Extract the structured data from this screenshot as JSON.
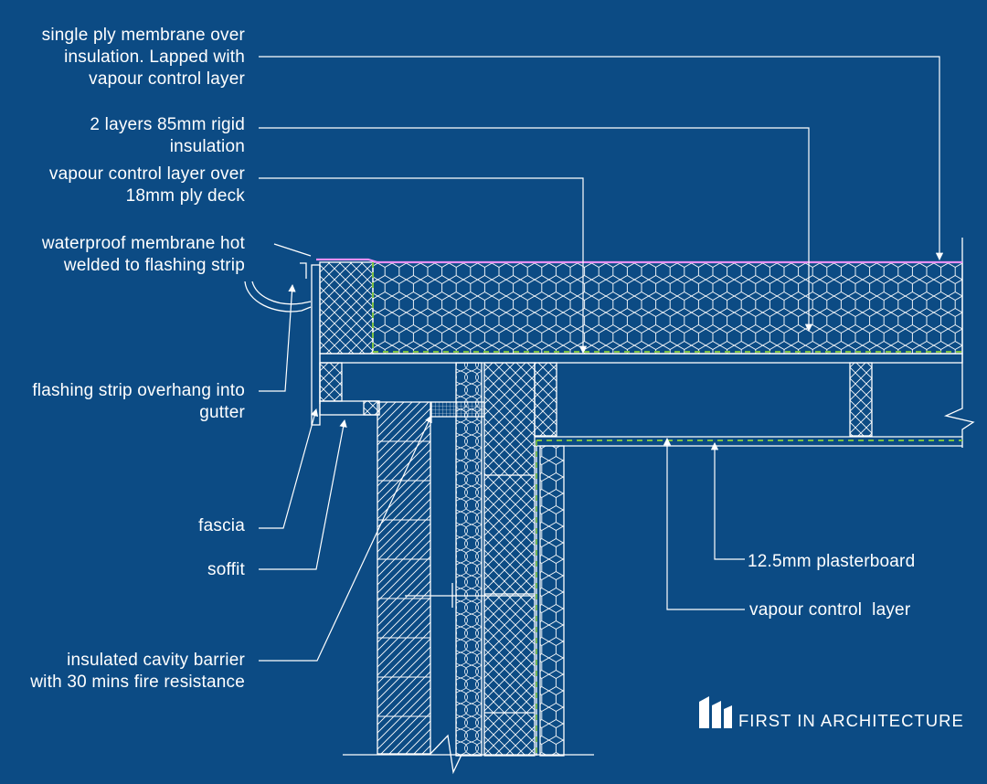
{
  "labels": {
    "single_ply_membrane": [
      "single ply membrane over",
      "insulation. Lapped with",
      "vapour control layer"
    ],
    "rigid_insulation": [
      "2 layers 85mm rigid",
      "insulation"
    ],
    "vapour_control_deck": [
      "vapour control layer over",
      "18mm ply deck"
    ],
    "waterproof_membrane": [
      "waterproof membrane hot",
      "welded to flashing strip"
    ],
    "flashing_strip": [
      "flashing strip overhang into",
      "gutter"
    ],
    "fascia": "fascia",
    "soffit": "soffit",
    "cavity_barrier": [
      "insulated cavity barrier",
      "with 30 mins fire resistance"
    ],
    "plasterboard": "12.5mm plasterboard",
    "vapour_control_layer": "vapour control  layer"
  },
  "brand": {
    "name": "FIRST IN ARCHITECTURE",
    "logo_icon": "building-logo-icon"
  },
  "colors": {
    "background": "#0c4b84",
    "linework": "#ffffff",
    "membrane": "#e58ff2",
    "vapour_control": "#7cc242"
  }
}
